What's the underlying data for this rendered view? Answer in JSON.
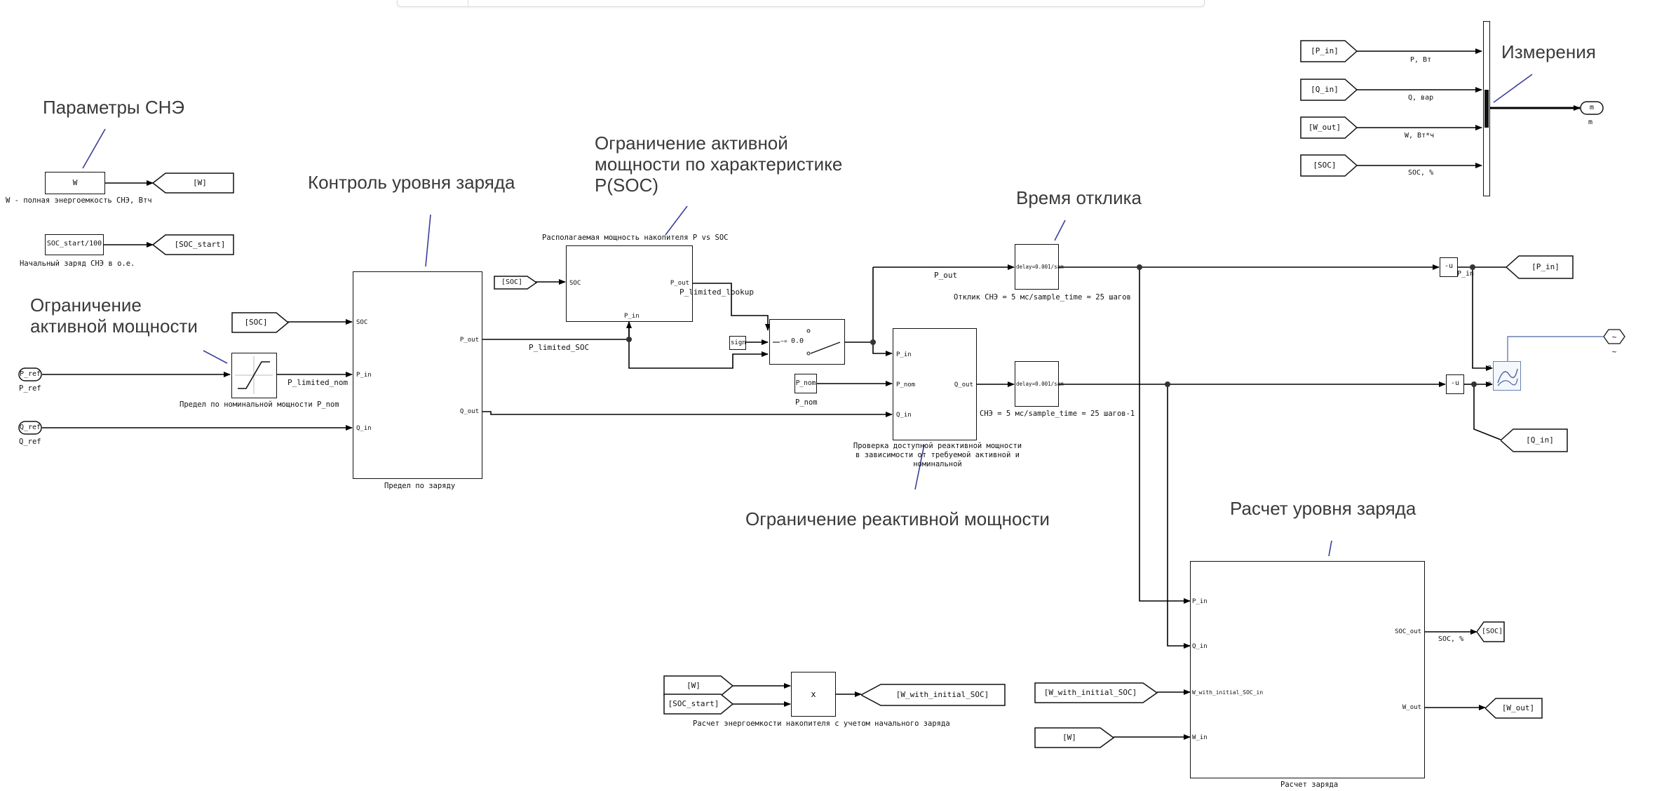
{
  "annotations": {
    "sne_params": "Параметры СНЭ",
    "charge_control": "Контроль уровня заряда",
    "active_power_limit": "Ограничение\nактивной мощности",
    "active_power_psoc": "Ограничение активной\nмощности по характеристике\nP(SOC)",
    "response_time": "Время отклика",
    "measurements": "Измерения",
    "reactive_limit": "Ограничение реактивной мощности",
    "soc_calc": "Расчет уровня заряда"
  },
  "constants": {
    "w": "W",
    "w_caption": "W - полная энергоемкость СНЭ, Втч",
    "soc_start": "SOC_start/100",
    "soc_start_caption": "Начальный заряд СНЭ в о.е.",
    "p_nom": "P_nom",
    "p_nom_caption": "P_nom"
  },
  "goto_tags": {
    "w": "[W]",
    "soc_start": "[SOC_start]",
    "p_in": "[P_in]",
    "q_in": "[Q_in]",
    "soc": "[SOC]",
    "w_out": "[W_out]",
    "w_with_initial_soc": "[W_with_initial_SOC]"
  },
  "from_tags": {
    "soc_a": "[SOC]",
    "soc_b": "[SOC]",
    "m_p_in": "[P_in]",
    "m_q_in": "[Q_in]",
    "m_w_out": "[W_out]",
    "m_soc": "[SOC]",
    "w_a": "[W]",
    "soc_start_a": "[SOC_start]",
    "w_init": "[W_with_initial_SOC]",
    "w_b": "[W]"
  },
  "inports": {
    "p_ref": "P_ref",
    "p_ref_caption": "P_ref",
    "q_ref": "Q_ref",
    "q_ref_caption": "Q_ref"
  },
  "outport": {
    "m": "m",
    "m_caption": "m"
  },
  "blocks": {
    "saturation_caption": "Предел по номинальной мощности P_nom",
    "charge_limit_caption": "Предел по заряду",
    "charge_limit_ports": {
      "soc": "SOC",
      "p_in": "P_in",
      "q_in": "Q_in",
      "p_out": "P_out",
      "q_out": "Q_out"
    },
    "lookup_title": "Располагаемая мощность накопителя P vs SOC",
    "lookup_ports": {
      "soc": "SOC",
      "p_out": "P_out",
      "p_in": "P_in"
    },
    "switch_threshold": "0.0",
    "sign_label": "sign",
    "switch_mark": "~=",
    "reactive_ports": {
      "p_in": "P_in",
      "p_nom": "P_nom",
      "q_in": "Q_in",
      "q_out": "Q_out"
    },
    "reactive_caption": "Проверка доступной реактивной мощности\nв зависимости от требуемой активной и номинальной",
    "delay1_label": "delay=0.001/sam",
    "delay1_caption": "Отклик СНЭ = 5 мс/sample_time = 25 шагов",
    "delay2_label": "delay=0.001/sam",
    "delay2_caption": "СНЭ = 5 мс/sample_time = 25 шагов-1",
    "gain1": "-u",
    "gain2": "-u",
    "product": "x",
    "product_caption": "Расчет энергоемкости накопителя с учетом начального заряда",
    "soc_calc_caption": "Расчет заряда",
    "soc_calc_ports": {
      "p_in": "P_in",
      "q_in": "Q_in",
      "w_init": "W_with_initial_SOC_in",
      "w_in": "W_in",
      "soc_out": "SOC_out",
      "w_out": "W_out"
    },
    "scope_ports": {
      "p": "P",
      "q": "Q"
    },
    "ground_symbol": "~",
    "ground_caption": "~"
  },
  "signal_labels": {
    "p_limited_nom": "P_limited_nom",
    "p_limited_soc": "P_limited_SOC",
    "p_limited_lookup": "P_limited_lookup",
    "p_out": "P_out",
    "p_in": "P_in",
    "soc_pct": "SOC, %",
    "m_p": "P, Вт",
    "m_q": "Q, вар",
    "m_w": "W, Вт*ч",
    "m_soc": "SOC, %"
  }
}
